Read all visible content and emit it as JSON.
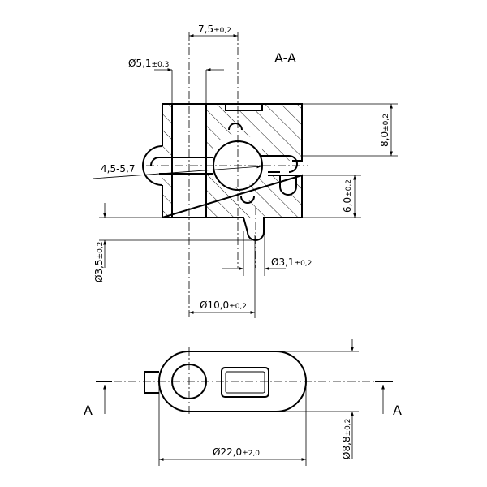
{
  "section_title": "A-A",
  "section_marker": "A",
  "dims": {
    "d_7_5": {
      "main": "7,5",
      "tol": "±0,2"
    },
    "d_5_1": {
      "main": "Ø5,1",
      "tol": "±0,3"
    },
    "d_4_5": {
      "main": "4,5-5,7",
      "tol": ""
    },
    "d_8_0": {
      "main": "8,0",
      "tol": "±0,2"
    },
    "d_6_0": {
      "main": "6,0",
      "tol": "±0,2"
    },
    "d_3_5": {
      "main": "Ø3,5",
      "tol": "±0,2"
    },
    "d_3_1": {
      "main": "Ø3,1",
      "tol": "±0,2"
    },
    "d_10_0": {
      "main": "Ø10,0",
      "tol": "±0,2"
    },
    "d_22_0": {
      "main": "Ø22,0",
      "tol": "±2,0"
    },
    "d_8_8": {
      "main": "Ø8,8",
      "tol": "±0,2"
    }
  }
}
